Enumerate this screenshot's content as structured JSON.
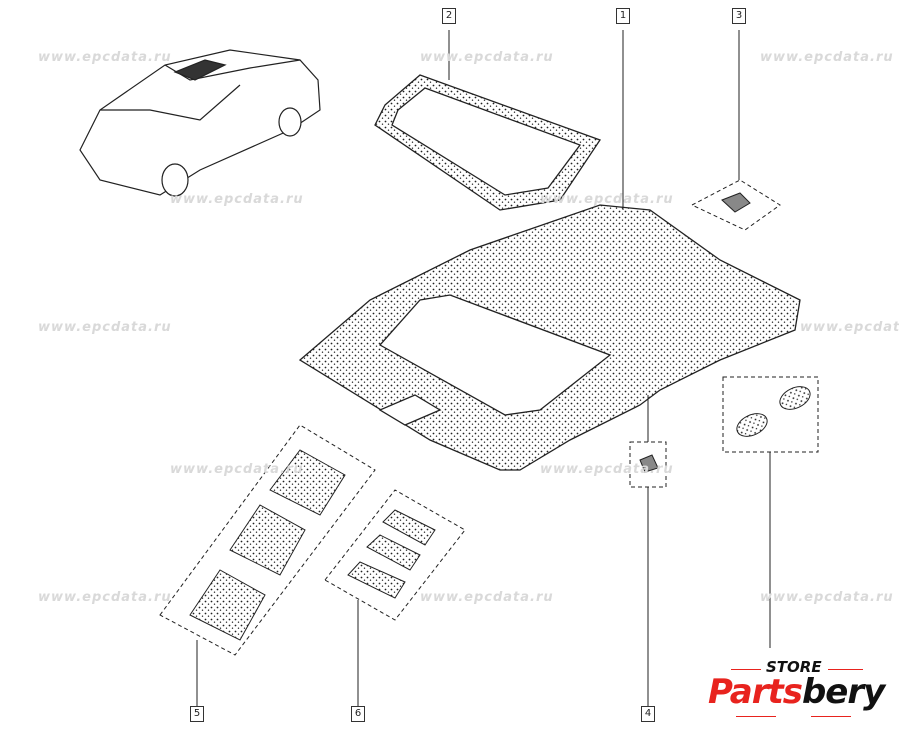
{
  "watermark": "www.epcdata.ru",
  "callouts": [
    "1",
    "2",
    "3",
    "4",
    "5",
    "6"
  ],
  "logo": {
    "top": "STORE",
    "word_red": "Parts",
    "word_black": "bery",
    "accent": "#e8231e"
  }
}
